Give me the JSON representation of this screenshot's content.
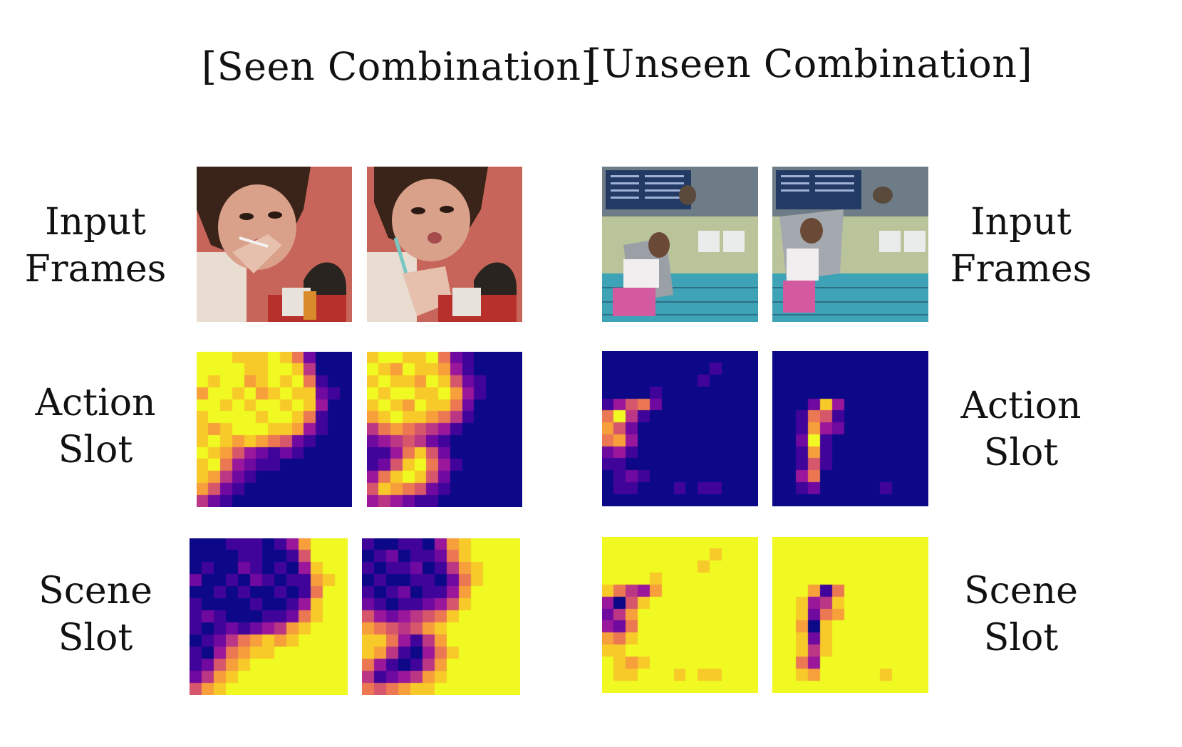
{
  "headers": {
    "seen": "[Seen Combination]",
    "unseen": "[Unseen Combination]"
  },
  "row_labels": {
    "input": [
      "Input",
      "Frames"
    ],
    "action": [
      "Action",
      "Slot"
    ],
    "scene": [
      "Scene",
      "Slot"
    ]
  },
  "colors": {
    "colormap": [
      "#0d0887",
      "#5b02a3",
      "#9a179b",
      "#cb4678",
      "#eb7852",
      "#fbb32f",
      "#f0f921"
    ],
    "seen_wall": "#c8655a",
    "pool_water": "#3fa3b8",
    "pool_wall": "#b9c49a"
  },
  "heatmaps": {
    "seen_action_1": [
      [
        9,
        9,
        9,
        8,
        8,
        8,
        9,
        8,
        6,
        2,
        0,
        0,
        0
      ],
      [
        9,
        9,
        9,
        9,
        8,
        8,
        9,
        9,
        8,
        4,
        0,
        0,
        0
      ],
      [
        9,
        8,
        9,
        9,
        7,
        8,
        9,
        8,
        9,
        6,
        1,
        0,
        0
      ],
      [
        7,
        9,
        9,
        8,
        9,
        7,
        8,
        9,
        8,
        8,
        2,
        1,
        0
      ],
      [
        9,
        9,
        8,
        9,
        8,
        9,
        9,
        8,
        9,
        8,
        3,
        0,
        0
      ],
      [
        8,
        9,
        9,
        9,
        9,
        8,
        9,
        9,
        8,
        6,
        1,
        0,
        0
      ],
      [
        8,
        7,
        8,
        9,
        9,
        9,
        8,
        8,
        7,
        3,
        1,
        0,
        0
      ],
      [
        8,
        9,
        8,
        7,
        8,
        7,
        6,
        5,
        2,
        1,
        0,
        0,
        0
      ],
      [
        9,
        8,
        7,
        5,
        3,
        2,
        1,
        2,
        1,
        0,
        0,
        0,
        0
      ],
      [
        8,
        9,
        6,
        3,
        2,
        1,
        1,
        0,
        0,
        0,
        0,
        0,
        0
      ],
      [
        8,
        7,
        4,
        2,
        1,
        0,
        0,
        0,
        0,
        0,
        0,
        0,
        0
      ],
      [
        7,
        5,
        2,
        1,
        0,
        0,
        0,
        0,
        0,
        0,
        0,
        0,
        0
      ],
      [
        4,
        2,
        1,
        0,
        0,
        0,
        0,
        0,
        0,
        0,
        0,
        0,
        0
      ]
    ],
    "seen_action_2": [
      [
        8,
        9,
        9,
        8,
        8,
        9,
        6,
        2,
        1,
        0,
        0,
        0,
        0
      ],
      [
        9,
        8,
        7,
        9,
        8,
        8,
        7,
        3,
        1,
        0,
        0,
        0,
        0
      ],
      [
        8,
        9,
        8,
        8,
        7,
        9,
        8,
        5,
        2,
        1,
        0,
        0,
        0
      ],
      [
        9,
        8,
        9,
        9,
        8,
        8,
        9,
        7,
        3,
        1,
        0,
        0,
        0
      ],
      [
        8,
        9,
        8,
        7,
        9,
        8,
        8,
        6,
        2,
        0,
        0,
        0,
        0
      ],
      [
        7,
        8,
        9,
        8,
        8,
        7,
        6,
        4,
        1,
        0,
        0,
        0,
        0
      ],
      [
        4,
        6,
        7,
        6,
        5,
        4,
        3,
        1,
        0,
        0,
        0,
        0,
        0
      ],
      [
        2,
        3,
        4,
        5,
        4,
        2,
        1,
        0,
        0,
        0,
        0,
        0,
        0
      ],
      [
        1,
        1,
        3,
        6,
        8,
        5,
        2,
        0,
        0,
        0,
        0,
        0,
        0
      ],
      [
        1,
        2,
        5,
        8,
        9,
        6,
        3,
        1,
        0,
        0,
        0,
        0,
        0
      ],
      [
        3,
        6,
        8,
        9,
        8,
        5,
        2,
        0,
        0,
        0,
        0,
        0,
        0
      ],
      [
        5,
        8,
        7,
        6,
        5,
        2,
        1,
        0,
        0,
        0,
        0,
        0,
        0
      ],
      [
        3,
        4,
        3,
        2,
        1,
        1,
        0,
        0,
        0,
        0,
        0,
        0,
        0
      ]
    ],
    "unseen_action_1": [
      [
        0,
        0,
        0,
        0,
        0,
        0,
        0,
        0,
        0,
        0,
        0,
        0,
        0
      ],
      [
        0,
        0,
        0,
        0,
        0,
        0,
        0,
        0,
        0,
        1,
        0,
        0,
        0
      ],
      [
        0,
        0,
        0,
        0,
        0,
        0,
        0,
        0,
        1,
        0,
        0,
        0,
        0
      ],
      [
        0,
        0,
        0,
        0,
        1,
        0,
        0,
        0,
        0,
        0,
        0,
        0,
        0
      ],
      [
        1,
        3,
        5,
        6,
        2,
        0,
        0,
        0,
        0,
        0,
        0,
        0,
        0
      ],
      [
        6,
        9,
        4,
        1,
        0,
        0,
        0,
        0,
        0,
        0,
        0,
        0,
        0
      ],
      [
        7,
        5,
        2,
        0,
        0,
        0,
        0,
        0,
        0,
        0,
        0,
        0,
        0
      ],
      [
        6,
        7,
        3,
        0,
        0,
        0,
        0,
        0,
        0,
        0,
        0,
        0,
        0
      ],
      [
        2,
        3,
        1,
        0,
        0,
        0,
        0,
        0,
        0,
        0,
        0,
        0,
        0
      ],
      [
        1,
        1,
        0,
        0,
        0,
        0,
        0,
        0,
        0,
        0,
        0,
        0,
        0
      ],
      [
        0,
        1,
        2,
        1,
        0,
        0,
        0,
        0,
        0,
        0,
        0,
        0,
        0
      ],
      [
        0,
        1,
        1,
        0,
        0,
        0,
        1,
        0,
        1,
        1,
        0,
        0,
        0
      ],
      [
        0,
        0,
        0,
        0,
        0,
        0,
        0,
        0,
        0,
        0,
        0,
        0,
        0
      ]
    ],
    "unseen_action_2": [
      [
        0,
        0,
        0,
        0,
        0,
        0,
        0,
        0,
        0,
        0,
        0,
        0,
        0
      ],
      [
        0,
        0,
        0,
        0,
        0,
        0,
        0,
        0,
        0,
        0,
        0,
        0,
        0
      ],
      [
        0,
        0,
        0,
        0,
        0,
        0,
        0,
        0,
        0,
        0,
        0,
        0,
        0
      ],
      [
        0,
        0,
        0,
        0,
        0,
        0,
        0,
        0,
        0,
        0,
        0,
        0,
        0
      ],
      [
        0,
        0,
        0,
        2,
        8,
        3,
        0,
        0,
        0,
        0,
        0,
        0,
        0
      ],
      [
        0,
        0,
        1,
        6,
        5,
        1,
        0,
        0,
        0,
        0,
        0,
        0,
        0
      ],
      [
        0,
        0,
        1,
        7,
        3,
        2,
        0,
        0,
        0,
        0,
        0,
        0,
        0
      ],
      [
        0,
        0,
        2,
        9,
        1,
        0,
        0,
        0,
        0,
        0,
        0,
        0,
        0
      ],
      [
        0,
        0,
        1,
        7,
        1,
        0,
        0,
        0,
        0,
        0,
        0,
        0,
        0
      ],
      [
        0,
        0,
        1,
        5,
        1,
        0,
        0,
        0,
        0,
        0,
        0,
        0,
        0
      ],
      [
        0,
        0,
        3,
        6,
        0,
        0,
        0,
        0,
        0,
        0,
        0,
        0,
        0
      ],
      [
        0,
        0,
        1,
        2,
        0,
        0,
        0,
        0,
        0,
        1,
        0,
        0,
        0
      ],
      [
        0,
        0,
        0,
        0,
        0,
        0,
        0,
        0,
        0,
        0,
        0,
        0,
        0
      ]
    ]
  }
}
